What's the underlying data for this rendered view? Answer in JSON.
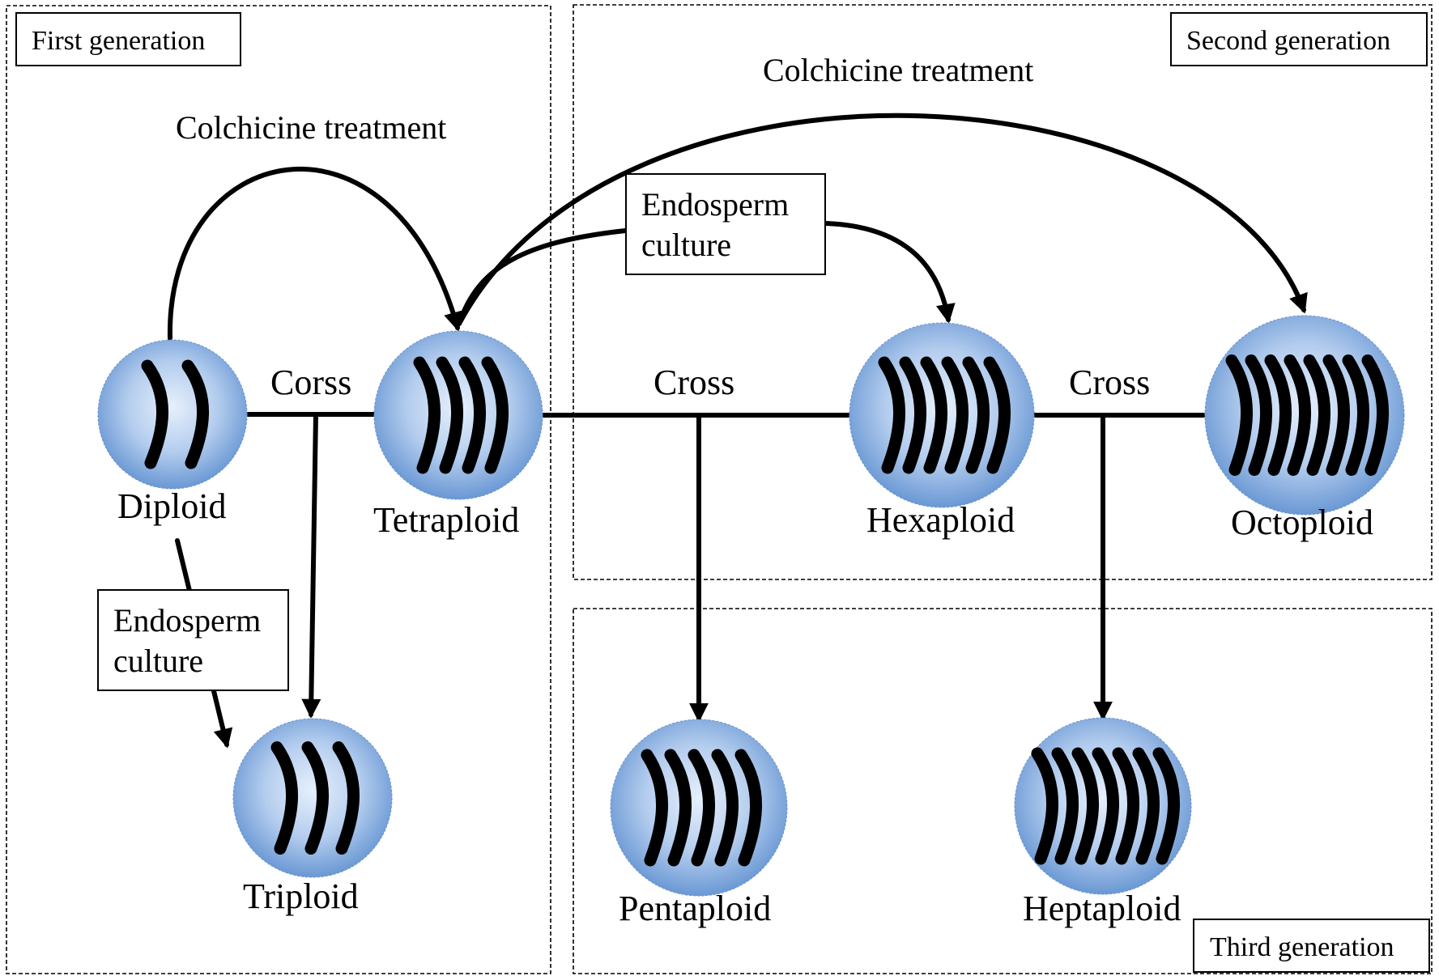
{
  "panels": {
    "first_generation": "First generation",
    "second_generation": "Second generation",
    "third_generation": "Third generation"
  },
  "labels": {
    "colchicine_left": "Colchicine treatment",
    "colchicine_right": "Colchicine treatment",
    "endosperm_top_line1": "Endosperm",
    "endosperm_top_line2": "culture",
    "endosperm_left_line1": "Endosperm",
    "endosperm_left_line2": "culture",
    "cross_diploid_tetraploid": "Corss",
    "cross_tetraploid_hexaploid": "Cross",
    "cross_hexaploid_octoploid": "Cross"
  },
  "cells": {
    "diploid": {
      "name": "Diploid",
      "chromosomes": 2
    },
    "tetraploid": {
      "name": "Tetraploid",
      "chromosomes": 4
    },
    "hexaploid": {
      "name": "Hexaploid",
      "chromosomes": 6
    },
    "octoploid": {
      "name": "Octoploid",
      "chromosomes": 8
    },
    "triploid": {
      "name": "Triploid",
      "chromosomes": 3
    },
    "pentaploid": {
      "name": "Pentaploid",
      "chromosomes": 5
    },
    "heptaploid": {
      "name": "Heptaploid",
      "chromosomes": 7
    }
  },
  "colors": {
    "cell_center": "#e6f0fc",
    "cell_edge": "#6a98d4",
    "chromosome": "#000000",
    "line": "#000000"
  }
}
